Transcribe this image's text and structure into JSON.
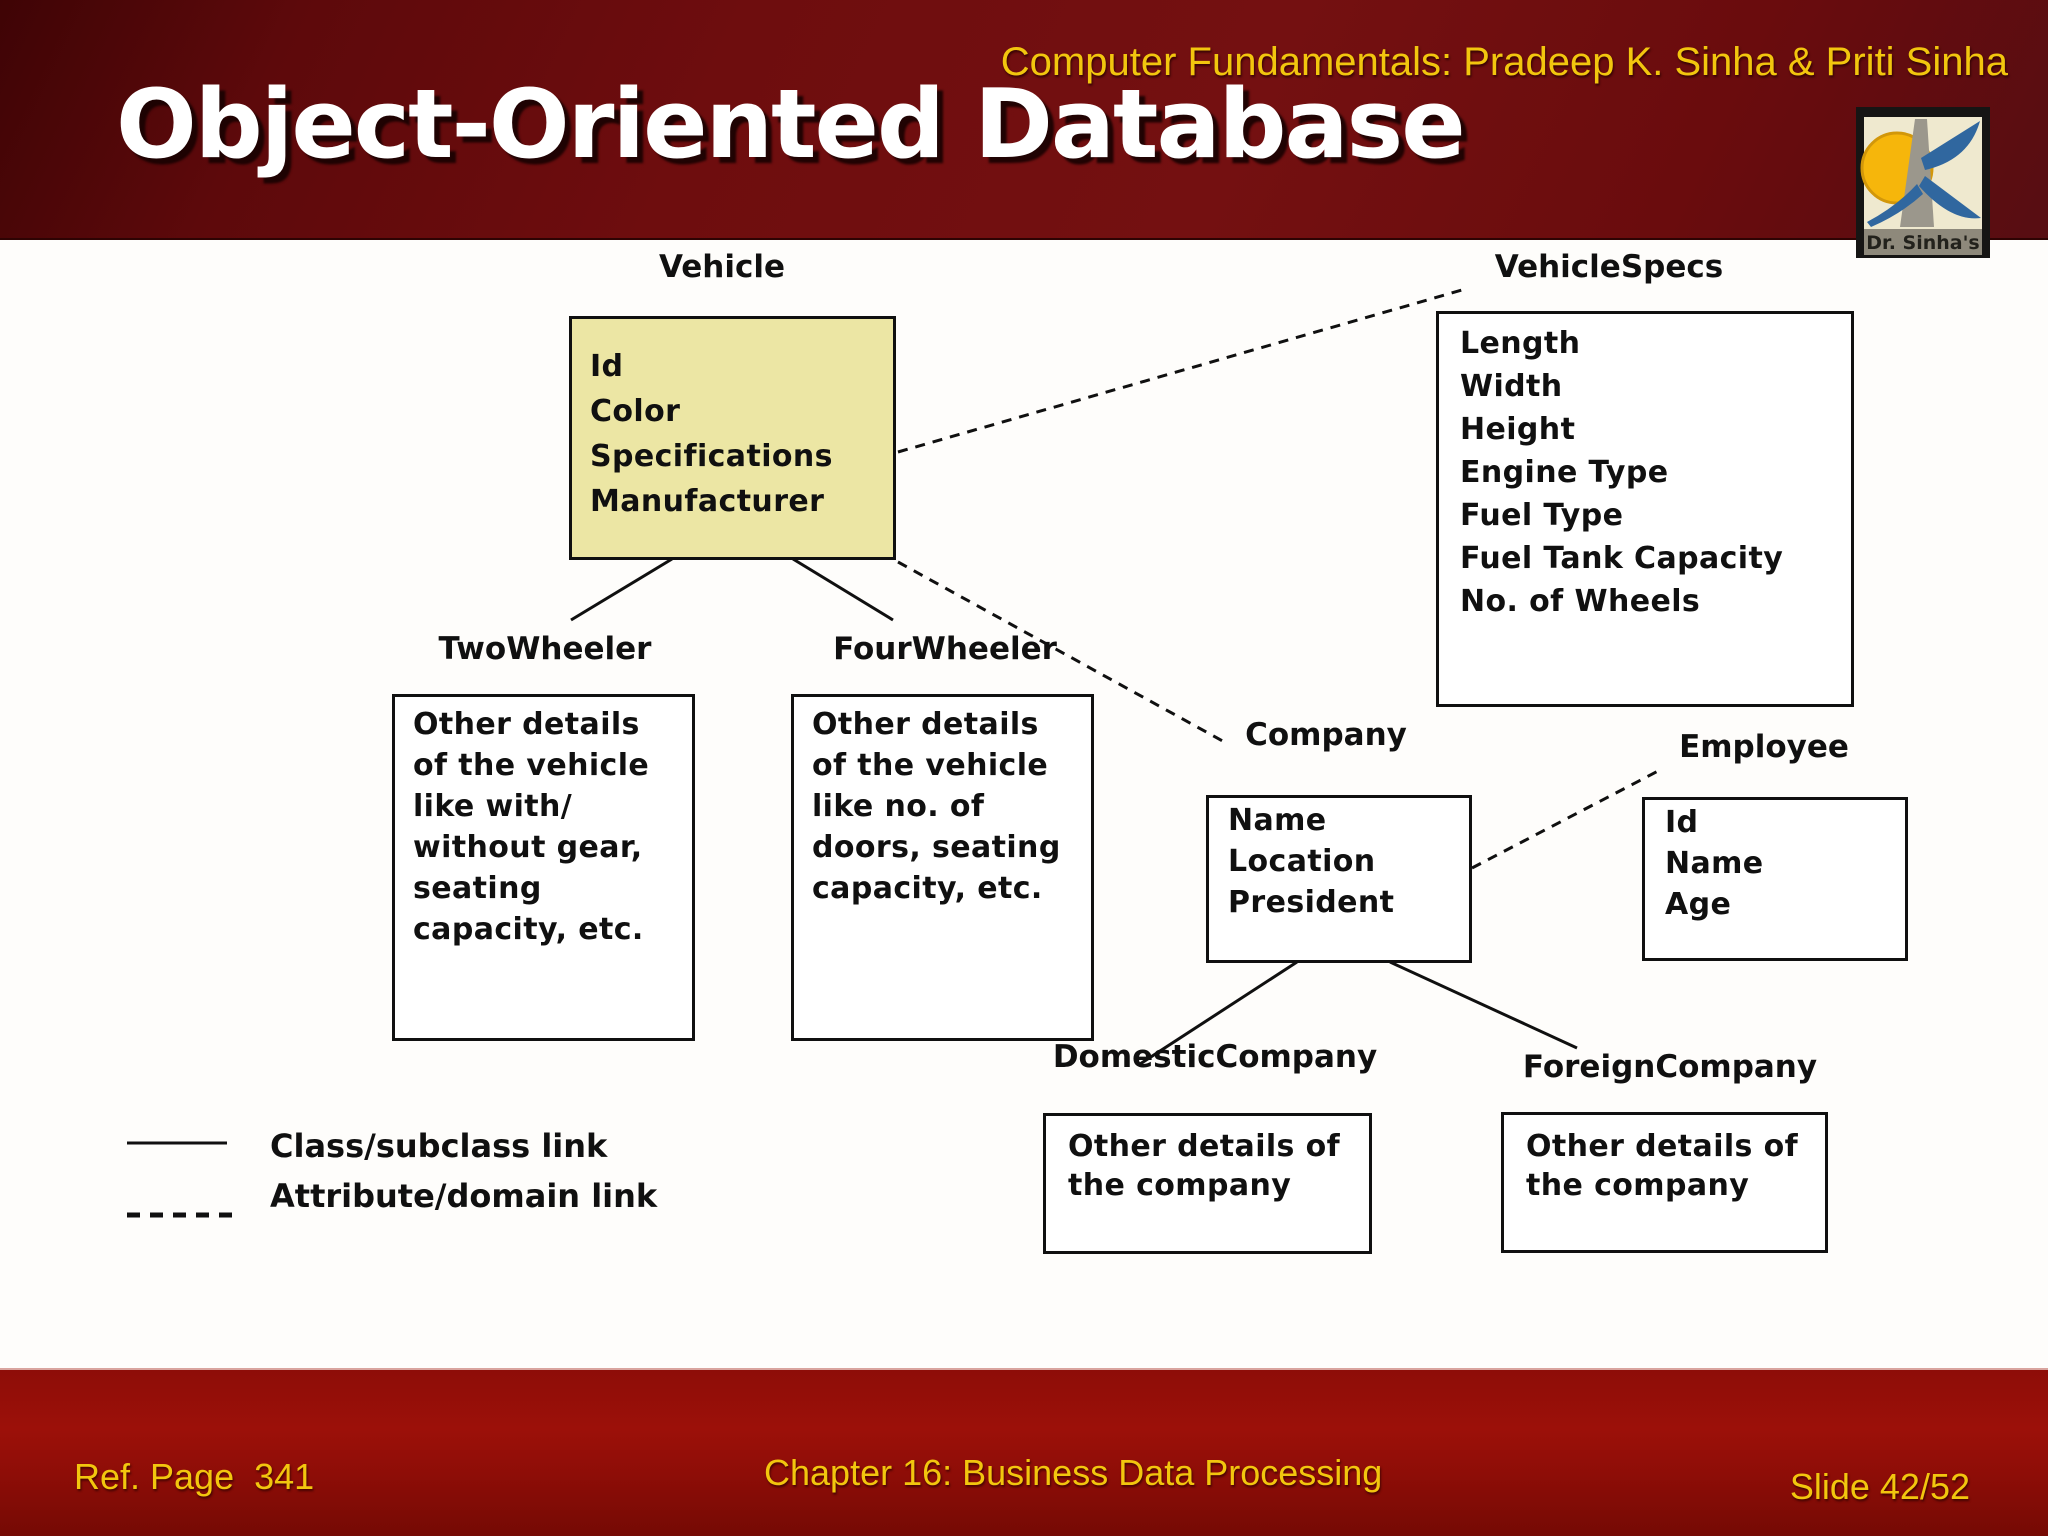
{
  "slide": {
    "header": {
      "course_credit": "Computer Fundamentals: Pradeep K. Sinha & Priti Sinha",
      "title": "Object-Oriented Database",
      "logo_caption": "Dr. Sinha's"
    },
    "classes": [
      {
        "label": "Vehicle",
        "attrs": "Id\nColor\nSpecifications\nManufacturer"
      },
      {
        "label": "VehicleSpecs",
        "attrs": "Length\nWidth\nHeight\nEngine Type\nFuel Type\nFuel Tank Capacity\nNo. of Wheels"
      },
      {
        "label": "TwoWheeler",
        "attrs": "Other details\nof the vehicle\nlike with/\nwithout gear,\nseating\ncapacity, etc."
      },
      {
        "label": "FourWheeler",
        "attrs": "Other details\nof the vehicle\nlike no. of\ndoors, seating\ncapacity, etc."
      },
      {
        "label": "Company",
        "attrs": "Name\nLocation\nPresident"
      },
      {
        "label": "Employee",
        "attrs": "Id\nName\nAge"
      },
      {
        "label": "DomesticCompany",
        "attrs": "Other details of\nthe company"
      },
      {
        "label": "ForeignCompany",
        "attrs": "Other details of\nthe company"
      }
    ],
    "legend": {
      "solid_label": "Class/subclass link",
      "dashed_label": "Attribute/domain link"
    },
    "footer": {
      "ref": "Ref. Page  341",
      "chapter": "Chapter 16: Business Data Processing",
      "slide_number": "Slide 42/52"
    },
    "colors": {
      "header_red": "#6e0d0e",
      "footer_red": "#9c1009",
      "accent_yellow": "#f2c60e",
      "vehicle_box_fill": "#ece6a4",
      "box_border": "#101010"
    }
  }
}
